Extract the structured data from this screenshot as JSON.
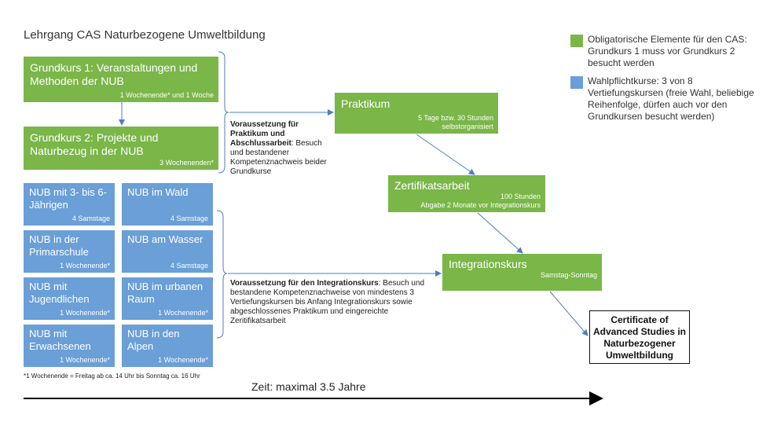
{
  "title": "Lehrgang CAS Naturbezogene Umweltbildung",
  "legend": {
    "green": {
      "color": "#7ab648",
      "text": "Obligatorische Elemente für den CAS: Grundkurs 1 muss vor Grundkurs 2 besucht werden"
    },
    "blue": {
      "color": "#6a9fd8",
      "text": "Wahlpflichtkurse: 3 von 8 Vertiefungskursen (freie Wahl, beliebige Reihenfolge, dürfen auch vor den Grundkursen besucht werden)"
    }
  },
  "grundkurs1": {
    "title": "Grundkurs 1: Veranstaltungen und Methoden der NUB",
    "note": "1 Wochenende* und 1 Woche"
  },
  "grundkurs2": {
    "title": "Grundkurs 2: Projekte und Naturbezug in der NUB",
    "note": "3 Wochenenden*"
  },
  "electives": [
    {
      "title": "NUB mit 3- bis 6-Jährigen",
      "note": "4 Samstage"
    },
    {
      "title": "NUB im Wald",
      "note": "4 Samstage"
    },
    {
      "title": "NUB in der Primarschule",
      "note": "1 Wochenende*"
    },
    {
      "title": "NUB am Wasser",
      "note": "4 Samstage"
    },
    {
      "title": "NUB mit Jugendlichen",
      "note": "1 Wochenende*"
    },
    {
      "title": "NUB im urbanen Raum",
      "note": "1 Wochenende*"
    },
    {
      "title": "NUB mit Erwachsenen",
      "note": "1 Wochenende*"
    },
    {
      "title": "NUB in den Alpen",
      "note": "1 Wochenende*"
    }
  ],
  "req1": {
    "bold": "Voraussetzung für Praktikum und Abschlussarbeit",
    "text": ": Besuch und bestandener Kompetenznachweis beider Grundkurse"
  },
  "req2": {
    "bold": "Voraussetzung für den Integrationskurs",
    "text": ": Besuch und bestandene Kompetenznachweise von mindestens 3 Vertiefungskursen bis Anfang Integrationskurs sowie abgeschlossenes Praktikum und eingereichte Zeritifikatsarbeit"
  },
  "praktikum": {
    "title": "Praktikum",
    "note1": "5 Tage bzw. 30 Stunden",
    "note2": "selbstorganisiert"
  },
  "zertifikat": {
    "title": "Zertifikatsarbeit",
    "note1": "100 Stunden",
    "note2": "Abgabe 2 Monate vor Integrationskurs"
  },
  "integration": {
    "title": "Integrationskurs",
    "note": "Samstag-Sonntag"
  },
  "certificate": "Certificate of Advanced Studies in Naturbezogener Umweltbildung",
  "footnote": "*1 Wochenende = Freitag ab ca. 14 Uhr bis Sonntag ca. 16 Uhr",
  "timeline": "Zeit: maximal 3.5 Jahre"
}
